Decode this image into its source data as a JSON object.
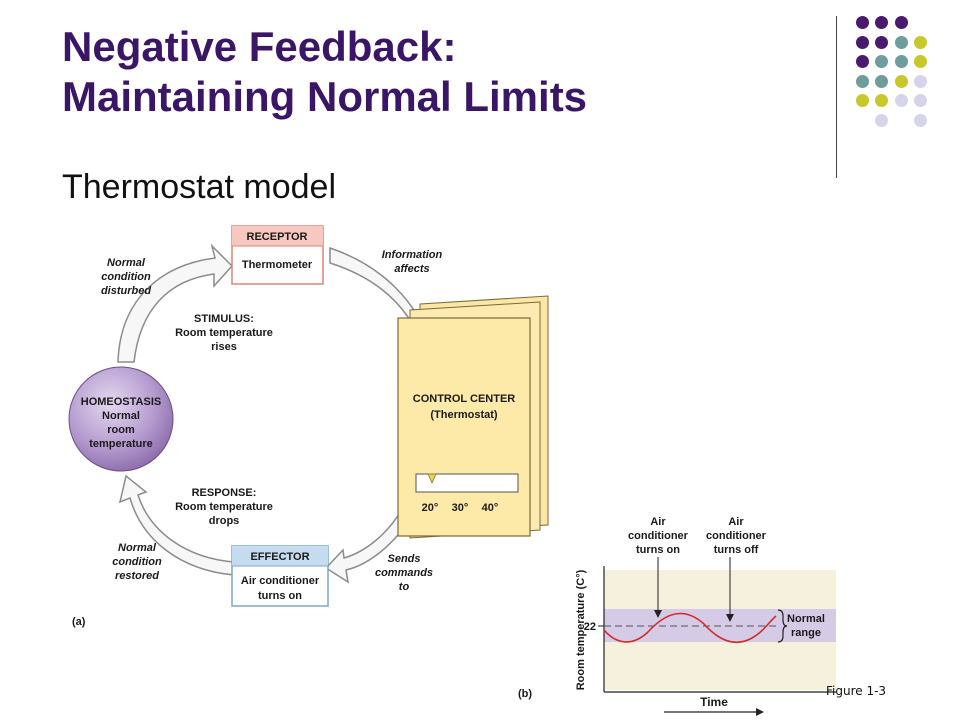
{
  "slide": {
    "title_line1": "Negative Feedback:",
    "title_line2": "Maintaining Normal Limits",
    "subtitle": "Thermostat model",
    "figure_label": "Figure 1-3"
  },
  "colors": {
    "title": "#3b1566",
    "dot_purple": "#4a1a6e",
    "dot_teal": "#6f9c9c",
    "dot_olive": "#c7c82a",
    "dot_lavender": "#d6d4ea"
  },
  "diagram_a": {
    "panel_label": "(a)",
    "receptor": {
      "header": "RECEPTOR",
      "body": "Thermometer"
    },
    "effector": {
      "header": "EFFECTOR",
      "body_line1": "Air conditioner",
      "body_line2": "turns on"
    },
    "control_center": {
      "line1": "CONTROL CENTER",
      "line2": "(Thermostat)",
      "ticks": [
        "20°",
        "30°",
        "40°"
      ]
    },
    "homeostasis": {
      "line1": "HOMEOSTASIS",
      "line2": "Normal",
      "line3": "room",
      "line4": "temperature"
    },
    "stimulus": {
      "line1": "STIMULUS:",
      "line2": "Room temperature",
      "line3": "rises"
    },
    "response": {
      "line1": "RESPONSE:",
      "line2": "Room temperature",
      "line3": "drops"
    },
    "normal_disturbed": {
      "line1": "Normal",
      "line2": "condition",
      "line3": "disturbed"
    },
    "normal_restored": {
      "line1": "Normal",
      "line2": "condition",
      "line3": "restored"
    },
    "info_affects": {
      "line1": "Information",
      "line2": "affects"
    },
    "sends_commands": {
      "line1": "Sends",
      "line2": "commands",
      "line3": "to"
    }
  },
  "diagram_b": {
    "panel_label": "(b)",
    "ylabel": "Room temperature (C°)",
    "xlabel": "Time",
    "y_tick": "22",
    "normal_range_line1": "Normal",
    "normal_range_line2": "range",
    "ac_on": {
      "line1": "Air",
      "line2": "conditioner",
      "line3": "turns on"
    },
    "ac_off": {
      "line1": "Air",
      "line2": "conditioner",
      "line3": "turns off"
    }
  }
}
